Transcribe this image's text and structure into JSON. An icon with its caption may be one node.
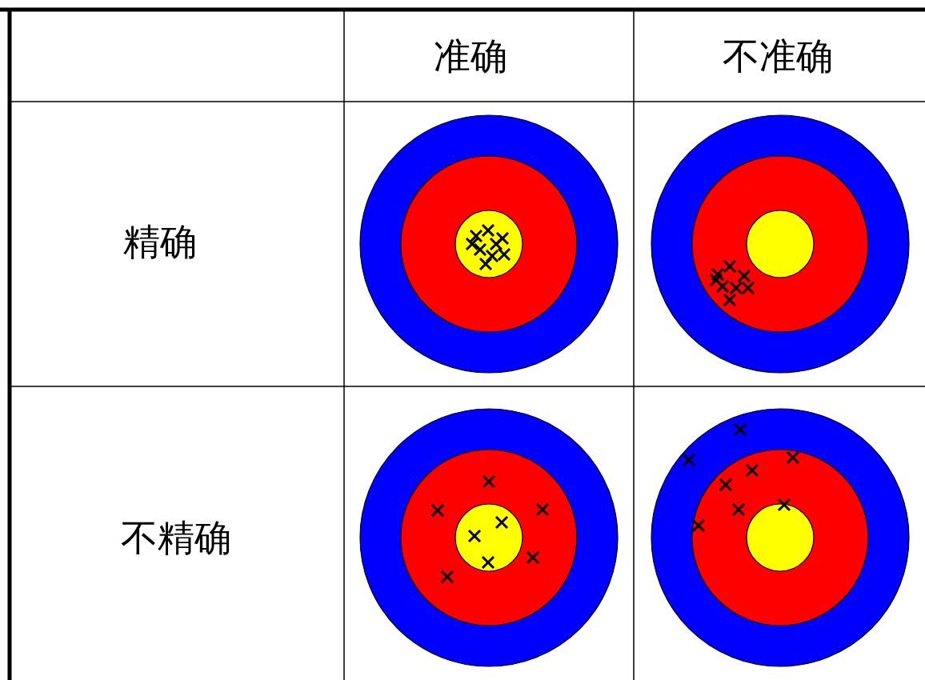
{
  "diagram": {
    "labels": [
      "准确",
      "不准确",
      "精确",
      "不精确"
    ]
  }
}
